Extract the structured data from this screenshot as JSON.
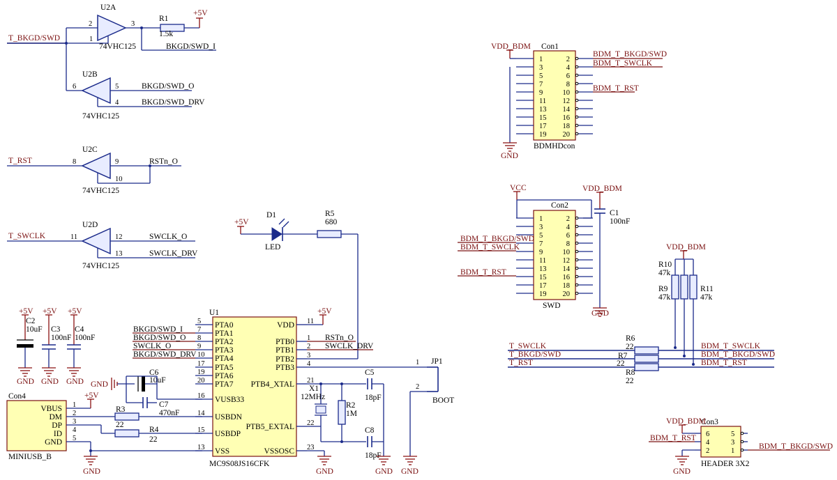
{
  "u2a": {
    "ref": "U2A",
    "part": "74VHC125",
    "in_pin": "2",
    "oe_pin": "1",
    "out_pin": "3"
  },
  "u2b": {
    "ref": "U2B",
    "part": "74VHC125",
    "in_pin": "6",
    "out_pin": "5",
    "oe_pin": "4"
  },
  "u2c": {
    "ref": "U2C",
    "part": "74VHC125",
    "in_pin": "8",
    "out_pin": "9",
    "oe_pin": "10"
  },
  "u2d": {
    "ref": "U2D",
    "part": "74VHC125",
    "in_pin": "11",
    "out_pin": "12",
    "oe_pin": "13"
  },
  "nets": {
    "t_bkgd": "T_BKGD/SWD",
    "bkgd_i": "BKGD/SWD_I",
    "bkgd_o": "BKGD/SWD_O",
    "bkgd_drv": "BKGD/SWD_DRV",
    "t_rst": "T_RST",
    "rstn_o": "RSTn_O",
    "t_swclk": "T_SWCLK",
    "swclk_o": "SWCLK_O",
    "swclk_drv": "SWCLK_DRV",
    "bdm_bkgd": "BDM_T_BKGD/SWD",
    "bdm_swclk": "BDM_T_SWCLK",
    "bdm_rst": "BDM_T_RST",
    "p5v": "+5V",
    "vdd_bdm": "VDD_BDM",
    "vcc": "VCC",
    "gnd": "GND"
  },
  "r1": {
    "ref": "R1",
    "val": "1.5k"
  },
  "r2": {
    "ref": "R2",
    "val": "1M"
  },
  "r3": {
    "ref": "R3",
    "val": "22"
  },
  "r4": {
    "ref": "R4",
    "val": "22"
  },
  "r5": {
    "ref": "R5",
    "val": "680"
  },
  "r6": {
    "ref": "R6",
    "val": "22"
  },
  "r7": {
    "ref": "R7",
    "val": "22"
  },
  "r8": {
    "ref": "R8",
    "val": "22"
  },
  "r9": {
    "ref": "R9",
    "val": "47k"
  },
  "r10": {
    "ref": "R10",
    "val": "47k"
  },
  "r11": {
    "ref": "R11",
    "val": "47k"
  },
  "c1": {
    "ref": "C1",
    "val": "100nF"
  },
  "c2": {
    "ref": "C2",
    "val": "10uF"
  },
  "c3": {
    "ref": "C3",
    "val": "100nF"
  },
  "c4": {
    "ref": "C4",
    "val": "100nF"
  },
  "c5": {
    "ref": "C5",
    "val": "18pF"
  },
  "c6": {
    "ref": "C6",
    "val": "10uF"
  },
  "c7": {
    "ref": "C7",
    "val": "470nF"
  },
  "c8": {
    "ref": "C8",
    "val": "18pF"
  },
  "d1": {
    "ref": "D1",
    "val": "LED"
  },
  "x1": {
    "ref": "X1",
    "val": "12MHz"
  },
  "jp1": {
    "ref": "JP1",
    "val": "BOOT",
    "pin1": "1",
    "pin2": "2"
  },
  "u1": {
    "ref": "U1",
    "part": "MC9S08JS16CFK",
    "left": [
      [
        "5",
        "PTA0"
      ],
      [
        "7",
        "PTA1"
      ],
      [
        "8",
        "PTA2"
      ],
      [
        "9",
        "PTA3"
      ],
      [
        "10",
        "PTA4"
      ],
      [
        "17",
        "PTA5"
      ],
      [
        "19",
        "PTA6"
      ],
      [
        "20",
        "PTA7"
      ],
      [
        "16",
        "VUSB33"
      ],
      [
        "14",
        "USBDN"
      ],
      [
        "15",
        "USBDP"
      ],
      [
        "13",
        "VSS"
      ]
    ],
    "right": [
      [
        "11",
        "VDD"
      ],
      [
        "1",
        "PTB0"
      ],
      [
        "2",
        "PTB1"
      ],
      [
        "3",
        "PTB2"
      ],
      [
        "4",
        "PTB3"
      ],
      [
        "21",
        "PTB4_XTAL"
      ],
      [
        "22",
        "PTB5_EXTAL"
      ],
      [
        "23",
        "VSSOSC"
      ]
    ]
  },
  "con4": {
    "ref": "Con4",
    "part": "MINIUSB_B",
    "pins": [
      [
        "1",
        "VBUS"
      ],
      [
        "2",
        "DM"
      ],
      [
        "3",
        "DP"
      ],
      [
        "4",
        "ID"
      ],
      [
        "5",
        "GND"
      ]
    ]
  },
  "con1": {
    "ref": "Con1",
    "part": "BDMHDcon"
  },
  "con2": {
    "ref": "Con2",
    "part": "SWD"
  },
  "con3": {
    "ref": "Con3",
    "part": "HEADER 3X2",
    "left": [
      "6",
      "4",
      "2"
    ],
    "right": [
      "5",
      "3",
      "1"
    ]
  },
  "con_left": [
    "1",
    "3",
    "5",
    "7",
    "9",
    "11",
    "13",
    "15",
    "17",
    "19"
  ],
  "con_right": [
    "2",
    "4",
    "6",
    "8",
    "10",
    "12",
    "14",
    "16",
    "18",
    "20"
  ]
}
